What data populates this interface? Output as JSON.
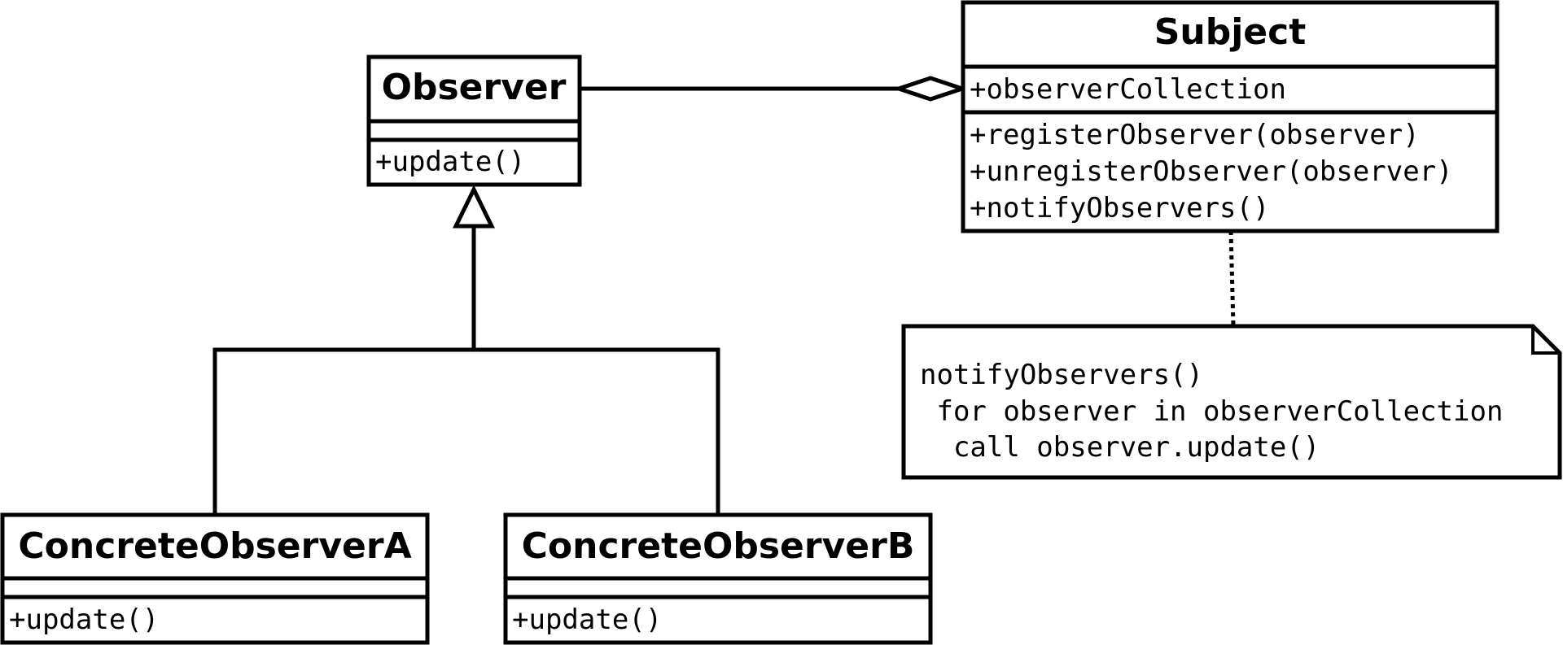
{
  "classes": {
    "observer": {
      "name": "Observer",
      "attributes": [],
      "methods": [
        "+update()"
      ]
    },
    "subject": {
      "name": "Subject",
      "attributes": [
        "+observerCollection"
      ],
      "methods": [
        "+registerObserver(observer)",
        "+unregisterObserver(observer)",
        "+notifyObservers()"
      ]
    },
    "concrete_a": {
      "name": "ConcreteObserverA",
      "attributes": [],
      "methods": [
        "+update()"
      ]
    },
    "concrete_b": {
      "name": "ConcreteObserverB",
      "attributes": [],
      "methods": [
        "+update()"
      ]
    }
  },
  "relationships": [
    {
      "type": "aggregation",
      "from": "Subject",
      "to": "Observer"
    },
    {
      "type": "generalization",
      "from": "ConcreteObserverA",
      "to": "Observer"
    },
    {
      "type": "generalization",
      "from": "ConcreteObserverB",
      "to": "Observer"
    },
    {
      "type": "note-anchor",
      "from": "note",
      "to": "Subject"
    }
  ],
  "note": {
    "lines": [
      "notifyObservers()",
      " for observer in observerCollection",
      "  call observer.update()"
    ]
  }
}
